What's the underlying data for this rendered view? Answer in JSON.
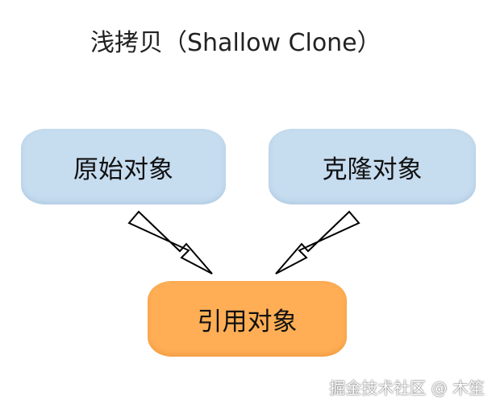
{
  "title": "浅拷贝（Shallow Clone）",
  "nodes": {
    "original": "原始对象",
    "clone": "克隆对象",
    "reference": "引用对象"
  },
  "colors": {
    "source_fill": "#c6dcef",
    "reference_fill": "#ffae55",
    "arrow_stroke": "#000000",
    "arrow_fill": "#ffffff"
  },
  "watermark": "掘金技术社区 @ 木笙"
}
